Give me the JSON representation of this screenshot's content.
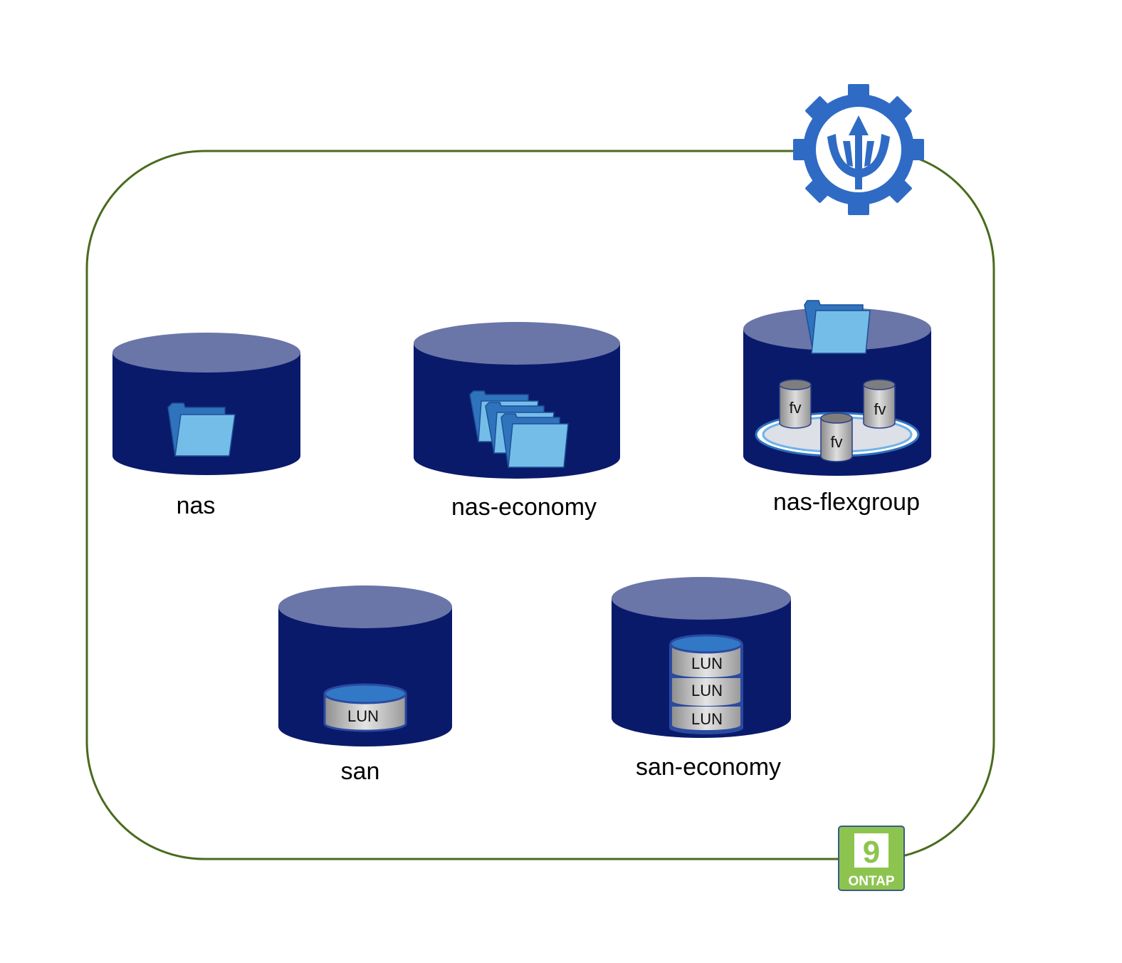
{
  "diagram": {
    "title": "Trident ONTAP storage drivers",
    "colors": {
      "frame": "#4a6b1e",
      "cylinder_body": "#0a1a6b",
      "cylinder_top": "#6a76a8",
      "folder_back": "#2f73bd",
      "folder_front": "#74bde8",
      "trident_blue": "#2f6bc4",
      "ontap_green": "#8dc44f",
      "lun_top": "#3178c6",
      "lun_body": "#c8c8c8"
    },
    "drivers": [
      {
        "id": "nas",
        "label": "nas",
        "content": "single folder"
      },
      {
        "id": "nas-economy",
        "label": "nas-economy",
        "content": "multiple folders"
      },
      {
        "id": "nas-flexgroup",
        "label": "nas-flexgroup",
        "content": "folder over constituent volumes",
        "volumes": [
          "fv",
          "fv",
          "fv"
        ]
      },
      {
        "id": "san",
        "label": "san",
        "content": "single LUN",
        "luns": [
          "LUN"
        ]
      },
      {
        "id": "san-economy",
        "label": "san-economy",
        "content": "stacked LUNs",
        "luns": [
          "LUN",
          "LUN",
          "LUN"
        ]
      }
    ],
    "badges": {
      "trident": {
        "name": "Trident"
      },
      "ontap": {
        "number": "9",
        "label": "ONTAP"
      }
    }
  }
}
